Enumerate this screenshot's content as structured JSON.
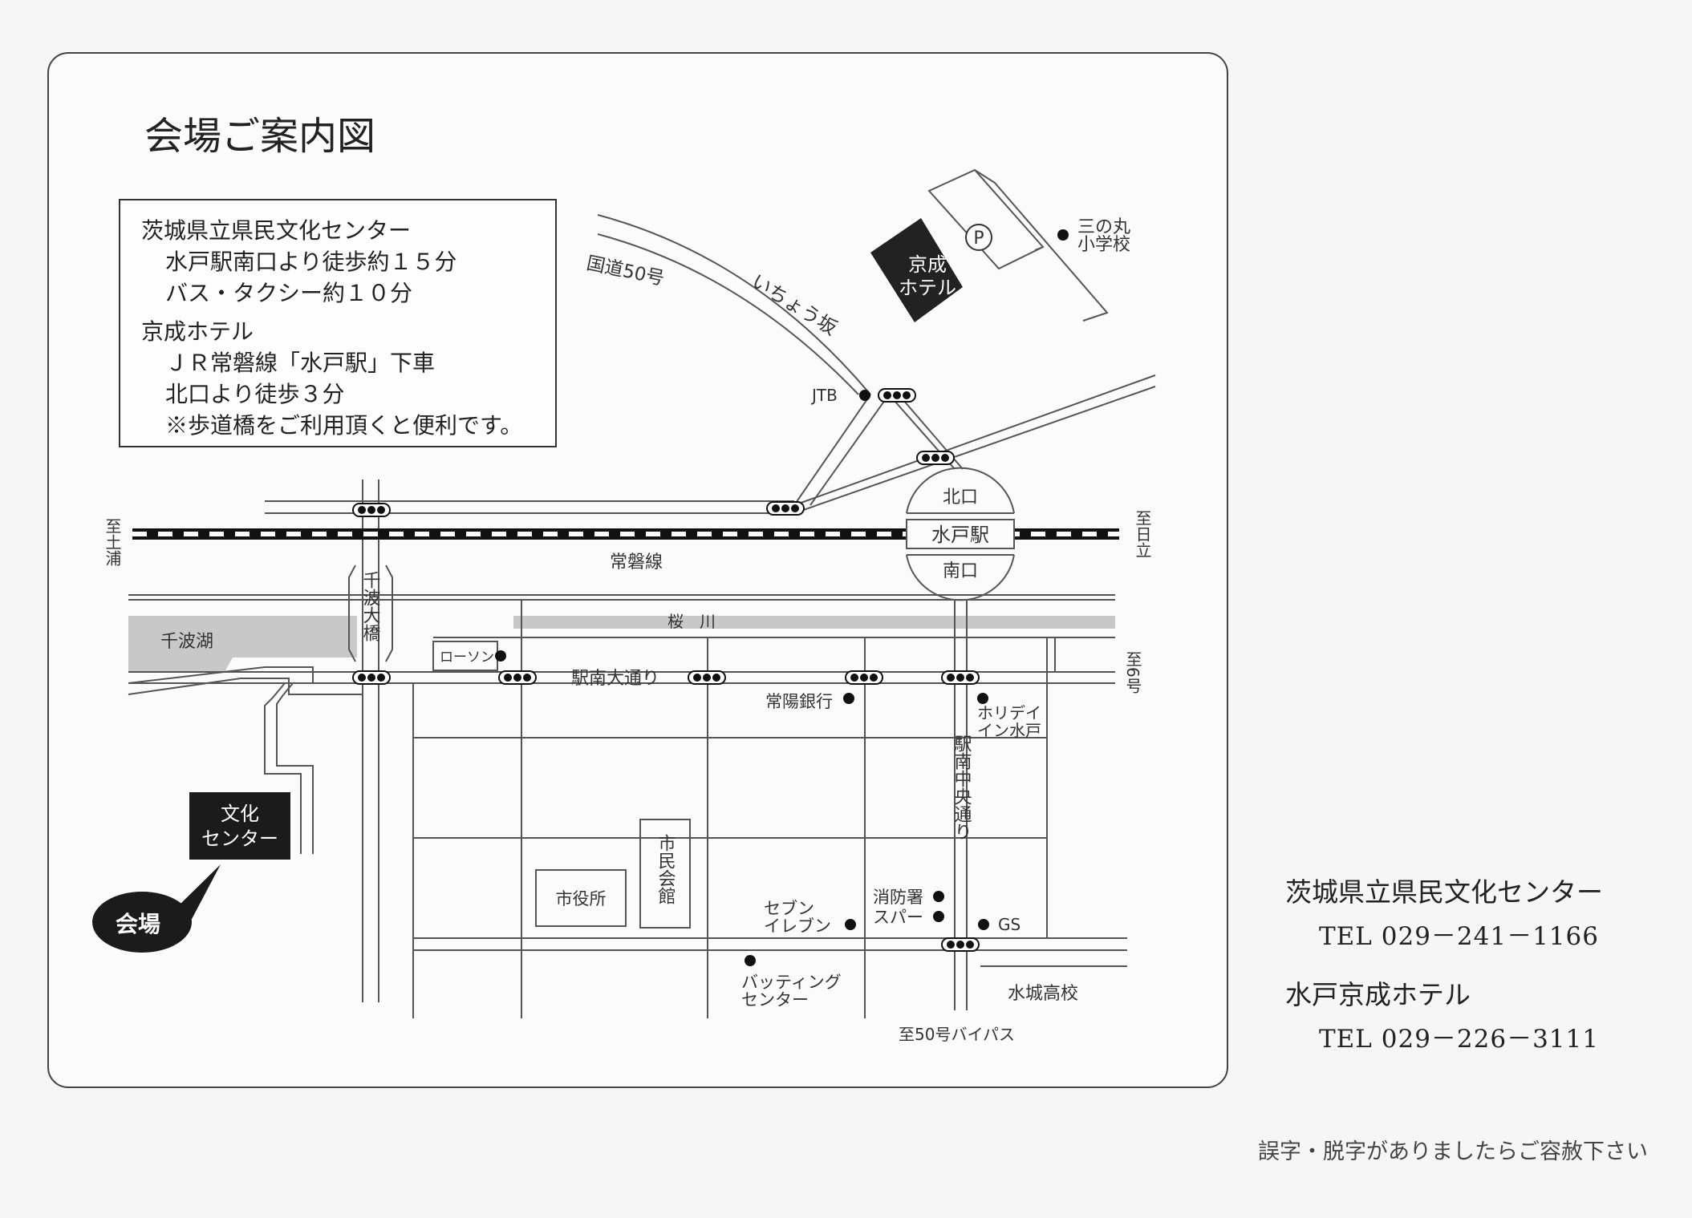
{
  "map": {
    "title": "会場ご案内図",
    "info": {
      "venue_name": "茨城県立県民文化センター",
      "venue_walk": "水戸駅南口より徒歩約１５分",
      "venue_bus": "バス・タクシー約１０分",
      "hotel_name": "京成ホテル",
      "hotel_train": "ＪＲ常磐線「水戸駅」下車",
      "hotel_walk": "北口より徒歩３分",
      "hotel_note": "※歩道橋をご利用頂くと便利です。"
    },
    "labels": {
      "route50": "国道50号",
      "ichoh_zaka": "いちょう坂",
      "kaisei_hotel": [
        "京成",
        "ホテル"
      ],
      "parking": "P",
      "sannomaru": [
        "三の丸",
        "小学校"
      ],
      "jtb": "JTB",
      "kitaguchi": "北口",
      "mito_station": "水戸駅",
      "minamiguchi": "南口",
      "joban_line": "常磐線",
      "to_tsuchiura": "至土浦",
      "to_hitachi": "至日立",
      "senba_ohashi": "千波大橋",
      "senba_lake": "千波湖",
      "sakura_river": "桜　川",
      "lawson": "ローソン",
      "ekinan_odori": "駅南大通り",
      "to_route6": "至6号",
      "joyo_bank": "常陽銀行",
      "holiday_inn": [
        "ホリデイ",
        "イン水戸"
      ],
      "ekinan_chuo": "駅南中央通り",
      "bunka_center": [
        "文化",
        "センター"
      ],
      "kaijo": "会場",
      "city_hall": "市役所",
      "civic_hall": "市民会館",
      "seven_eleven": [
        "セブン",
        "イレブン"
      ],
      "fire_station": "消防署",
      "super": "スパー",
      "gs": "GS",
      "batting_center": [
        "バッティング",
        "センター"
      ],
      "suijo_high": "水城高校",
      "to_route50_bypass": "至50号バイパス"
    }
  },
  "contacts": [
    {
      "name": "茨城県立県民文化センター",
      "tel": "TEL 029－241－1166"
    },
    {
      "name": "水戸京成ホテル",
      "tel": "TEL 029－226－3111"
    }
  ],
  "footer_note": "誤字・脱字がありましたらご容赦下さい"
}
